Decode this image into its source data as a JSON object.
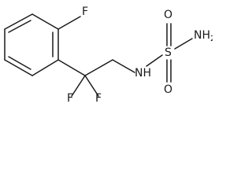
{
  "molecule": {
    "atoms": {
      "f_aryl": "F",
      "f_cf2_left": "F",
      "f_cf2_right": "F",
      "nh": "NH",
      "s": "S",
      "o_top": "O",
      "o_bottom": "O",
      "nh2_n": "NH",
      "nh2_sub": "2"
    },
    "colors": {
      "bond": "#1a1a1a",
      "text": "#1a1a1a",
      "background": "#ffffff"
    }
  }
}
